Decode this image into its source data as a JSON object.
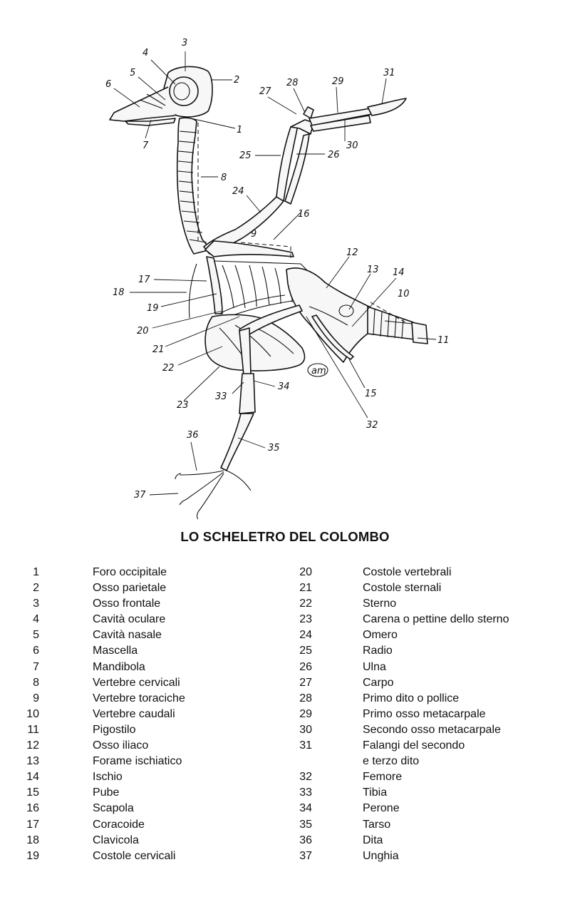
{
  "title": "LO SCHELETRO DEL COLOMBO",
  "watermark": "am",
  "diagram_labels": [
    "1",
    "2",
    "3",
    "4",
    "5",
    "6",
    "7",
    "8",
    "9",
    "10",
    "11",
    "12",
    "13",
    "14",
    "15",
    "16",
    "17",
    "18",
    "19",
    "20",
    "21",
    "22",
    "23",
    "24",
    "25",
    "26",
    "27",
    "28",
    "29",
    "30",
    "31",
    "32",
    "33",
    "34",
    "35",
    "36",
    "37"
  ],
  "legend_left": [
    {
      "num": "1",
      "name": "Foro occipitale"
    },
    {
      "num": "2",
      "name": "Osso parietale"
    },
    {
      "num": "3",
      "name": "Osso frontale"
    },
    {
      "num": "4",
      "name": "Cavità oculare"
    },
    {
      "num": "5",
      "name": "Cavità nasale"
    },
    {
      "num": "6",
      "name": "Mascella"
    },
    {
      "num": "7",
      "name": "Mandibola"
    },
    {
      "num": "8",
      "name": "Vertebre cervicali"
    },
    {
      "num": "9",
      "name": "Vertebre toraciche"
    },
    {
      "num": "10",
      "name": "Vertebre caudali"
    },
    {
      "num": "11",
      "name": "Pigostilo"
    },
    {
      "num": "12",
      "name": "Osso iliaco"
    },
    {
      "num": "13",
      "name": "Forame ischiatico"
    },
    {
      "num": "14",
      "name": "Ischio"
    },
    {
      "num": "15",
      "name": "Pube"
    },
    {
      "num": "16",
      "name": "Scapola"
    },
    {
      "num": "17",
      "name": "Coracoide"
    },
    {
      "num": "18",
      "name": "Clavicola"
    },
    {
      "num": "19",
      "name": "Costole cervicali"
    }
  ],
  "legend_right": [
    {
      "num": "20",
      "name": "Costole vertebrali"
    },
    {
      "num": "21",
      "name": "Costole sternali"
    },
    {
      "num": "22",
      "name": "Sterno"
    },
    {
      "num": "23",
      "name": "Carena o pettine dello sterno"
    },
    {
      "num": "24",
      "name": "Omero"
    },
    {
      "num": "25",
      "name": "Radio"
    },
    {
      "num": "26",
      "name": "Ulna"
    },
    {
      "num": "27",
      "name": "Carpo"
    },
    {
      "num": "28",
      "name": "Primo dito o pollice"
    },
    {
      "num": "29",
      "name": "Primo osso metacarpale"
    },
    {
      "num": "30",
      "name": "Secondo osso metacarpale"
    },
    {
      "num": "31",
      "name": "Falangi del secondo"
    },
    {
      "num": "",
      "name": "e terzo dito"
    },
    {
      "num": "32",
      "name": "Femore"
    },
    {
      "num": "33",
      "name": "Tibia"
    },
    {
      "num": "34",
      "name": "Perone"
    },
    {
      "num": "35",
      "name": "Tarso"
    },
    {
      "num": "36",
      "name": "Dita"
    },
    {
      "num": "37",
      "name": "Unghia"
    }
  ]
}
